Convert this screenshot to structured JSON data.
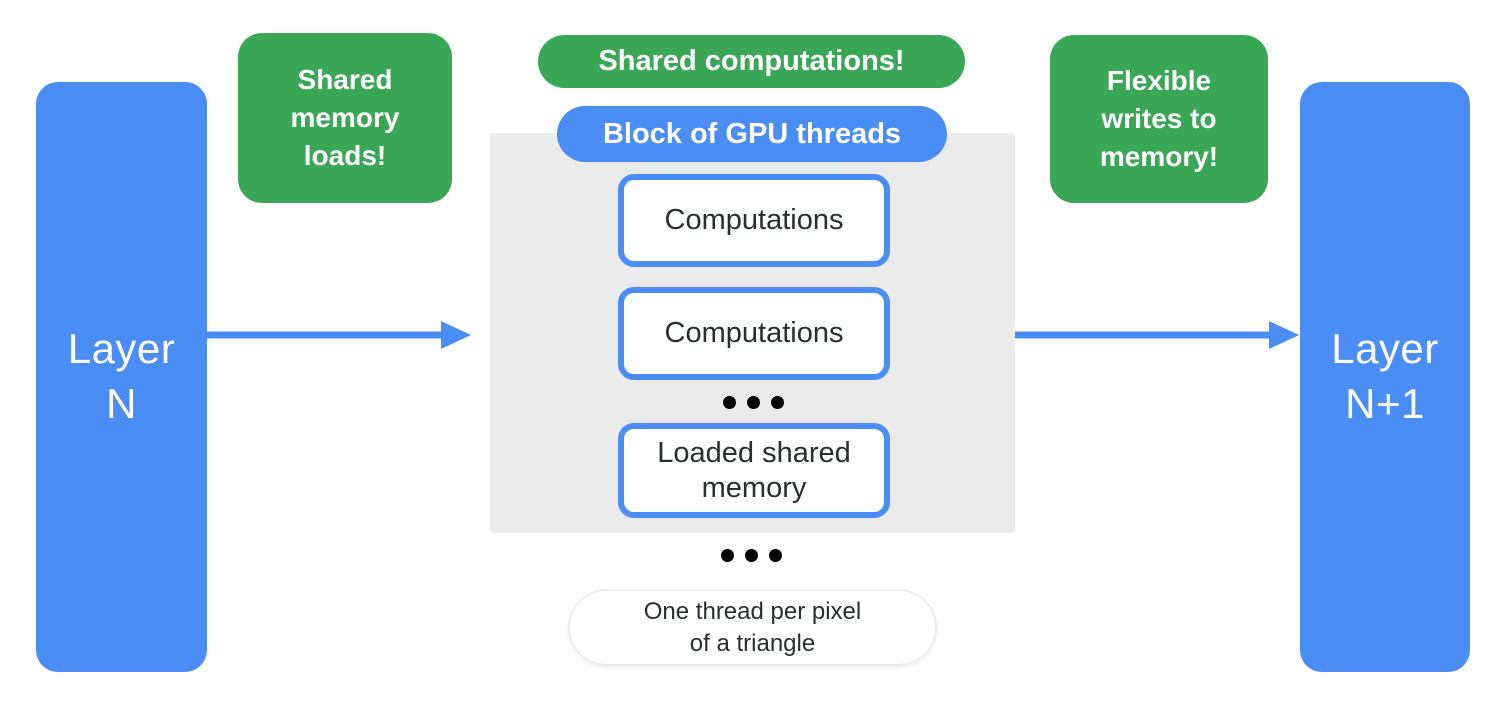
{
  "colors": {
    "blue": "#4a8df5",
    "green": "#3aa757",
    "block_gray": "#ebebeb",
    "text_dark": "#2b2e31",
    "text_on_fills": "#ffffff"
  },
  "layers": {
    "left": {
      "label": "Layer\nN"
    },
    "right": {
      "label": "Layer\nN+1"
    }
  },
  "callouts": {
    "shared_memory": "Shared\nmemory\nloads!",
    "shared_computations": "Shared computations!",
    "flexible_writes": "Flexible\nwrites to\nmemory!"
  },
  "gpu_block": {
    "label": "Block of GPU threads",
    "computation_1": "Computations",
    "computation_2": "Computations",
    "loaded_memory": "Loaded shared\nmemory"
  },
  "footnote": "One thread per pixel\nof a triangle"
}
